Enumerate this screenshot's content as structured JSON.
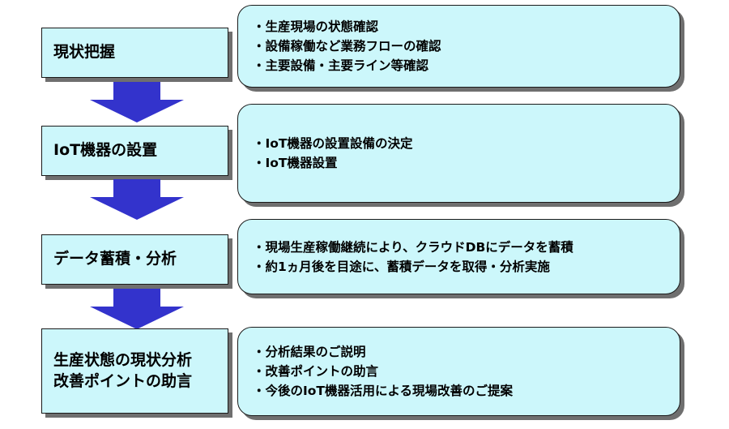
{
  "steps": [
    {
      "title_lines": [
        "現状把握"
      ],
      "details": [
        "・生産現場の状態確認",
        "・設備稼働など業務フローの確認",
        "・主要設備・主要ライン等確認"
      ]
    },
    {
      "title_lines": [
        "IoT機器の設置"
      ],
      "details": [
        "・IoT機器の設置設備の決定",
        "・IoT機器設置"
      ]
    },
    {
      "title_lines": [
        "データ蓄積・分析"
      ],
      "details": [
        "・現場生産稼働継続により、クラウドDBにデータを蓄積",
        "・約1ヵ月後を目途に、蓄積データを取得・分析実施"
      ]
    },
    {
      "title_lines": [
        "生産状態の現状分析",
        "改善ポイントの助言"
      ],
      "details": [
        "・分析結果のご説明",
        "・改善ポイントの助言",
        "・今後のIoT機器活用による現場改善のご提案"
      ]
    }
  ],
  "colors": {
    "box_fill": "#ccf7fb",
    "arrow_fill": "#3333cc",
    "shadow": "#6f6f6f"
  }
}
